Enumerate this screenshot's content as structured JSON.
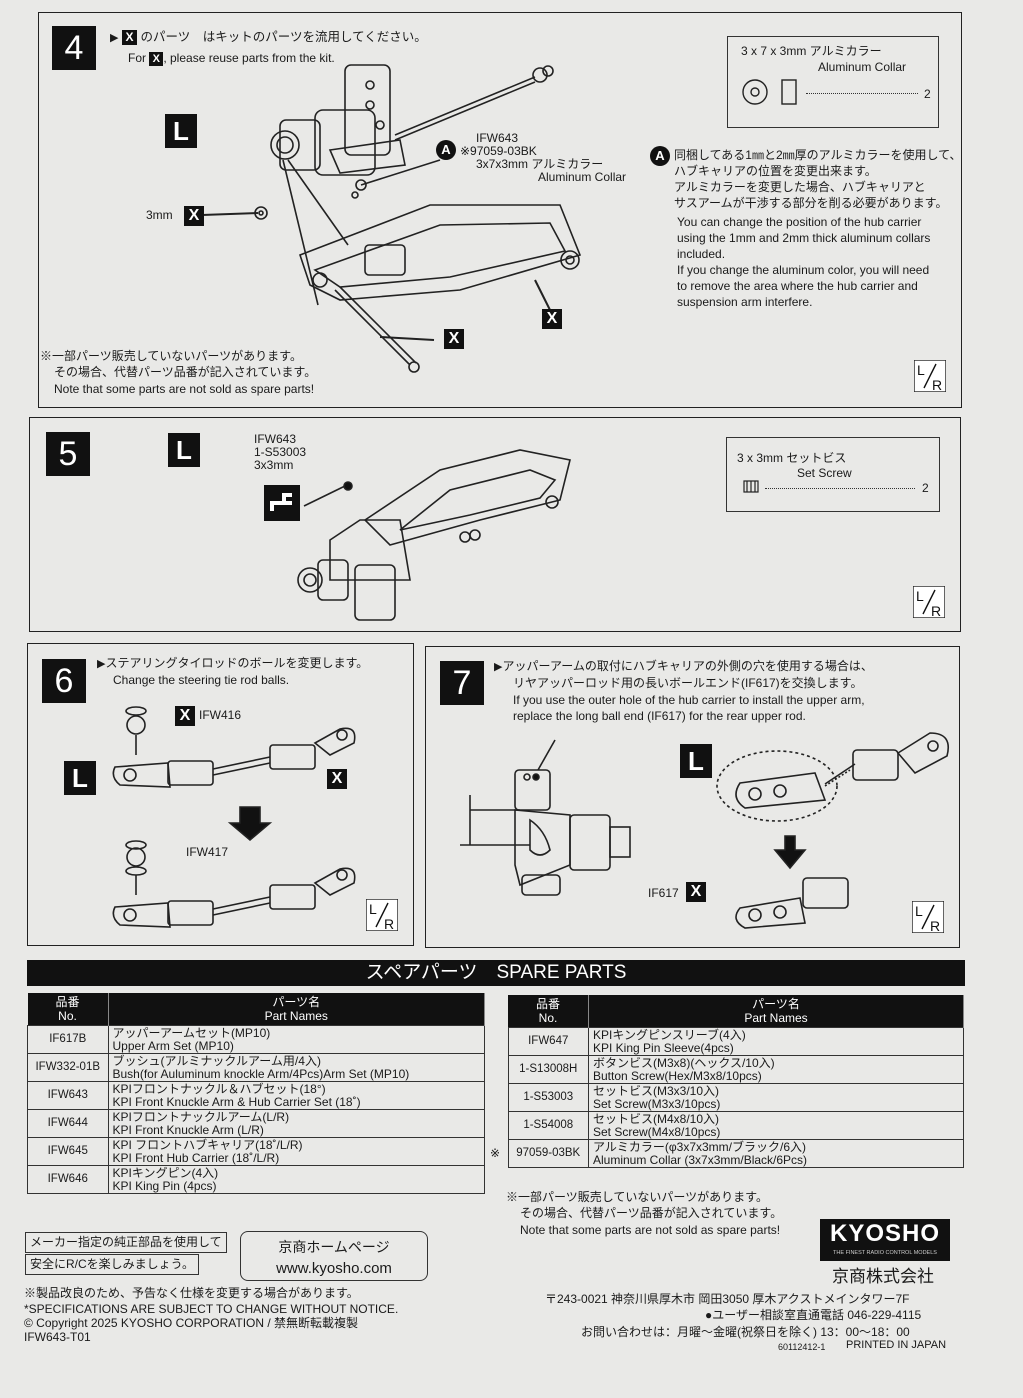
{
  "step4": {
    "number": "4",
    "side": "L",
    "note_jp_a": "のパーツ　はキットのパーツを流用してください。",
    "note_en_a": "For",
    "note_en_b": ", please reuse parts from the kit.",
    "x": "X",
    "callout_a_code": "IFW643",
    "callout_a_marker": "A",
    "callout_a_part": "※97059-03BK",
    "callout_a_size": "3x7x3mm アルミカラー",
    "callout_a_name": "Aluminum Collar",
    "mm3": "3mm",
    "part_box": {
      "title": "3 x 7 x 3mm アルミカラー",
      "name": "Aluminum Collar",
      "qty": "2"
    },
    "a_note_jp": [
      "同梱してある1㎜と2㎜厚のアルミカラーを使用して、",
      "ハブキャリアの位置を変更出来ます。",
      "アルミカラーを変更した場合、ハブキャリアと",
      "サスアームが干渉する部分を削る必要があります。"
    ],
    "a_note_en": [
      "You can change the position of the hub carrier",
      "using the 1mm and 2mm thick aluminum collars",
      "included.",
      "If you change the aluminum color, you will need",
      "to remove the area where the hub carrier and",
      "suspension arm interfere."
    ],
    "spare_note_jp": [
      "※一部パーツ販売していないパーツがあります。",
      "その場合、代替パーツ品番が記入されています。"
    ],
    "spare_note_en": "Note that some parts are not sold as spare parts!",
    "lr": "L/R"
  },
  "step5": {
    "number": "5",
    "side": "L",
    "code": "IFW643",
    "part": "1-S53003",
    "size": "3x3mm",
    "part_box": {
      "title": "3 x 3mm セットビス",
      "name": "Set Screw",
      "qty": "2"
    },
    "lr": "L/R"
  },
  "step6": {
    "number": "6",
    "side": "L",
    "note_jp": "ステアリングタイロッドのボールを変更します。",
    "note_en": "Change the steering tie rod balls.",
    "old_part": "IFW416",
    "new_part": "IFW417",
    "x": "X",
    "lr": "L/R"
  },
  "step7": {
    "number": "7",
    "side": "L",
    "note_jp": [
      "アッパーアームの取付にハブキャリアの外側の穴を使用する場合は、",
      "リヤアッパーロッド用の長いボールエンド(IF617)を交換します。"
    ],
    "note_en": [
      "If you use the outer hole of the hub carrier to install the upper arm,",
      "replace the long ball end (IF617) for the rear upper rod."
    ],
    "old_part": "IF617",
    "x": "X",
    "lr": "L/R"
  },
  "spare": {
    "title": "スペアパーツ　SPARE PARTS",
    "head_no_jp": "品番",
    "head_no_en": "No.",
    "head_name_jp": "パーツ名",
    "head_name_en": "Part Names",
    "left": [
      {
        "no": "IF617B",
        "jp": "アッパーアームセット(MP10)",
        "en": "Upper Arm Set (MP10)"
      },
      {
        "no": "IFW332-01B",
        "jp": "ブッシュ(アルミナックルアーム用/4入)",
        "en": "Bush(for Auluminum knockle Arm/4Pcs)Arm Set (MP10)"
      },
      {
        "no": "IFW643",
        "jp": "KPIフロントナックル＆ハブセット(18°)",
        "en": "KPI Front Knuckle Arm &  Hub Carrier Set (18˚)"
      },
      {
        "no": "IFW644",
        "jp": "KPIフロントナックルアーム(L/R)",
        "en": "KPI Front Knuckle Arm (L/R)"
      },
      {
        "no": "IFW645",
        "jp": "KPI フロントハブキャリア(18˚/L/R)",
        "en": "KPI Front Hub Carrier (18˚/L/R)"
      },
      {
        "no": "IFW646",
        "jp": "KPIキングピン(4入)",
        "en": "KPI King Pin (4pcs)"
      }
    ],
    "right": [
      {
        "mark": "",
        "no": "IFW647",
        "jp": "KPIキングピンスリーブ(4入)",
        "en": "KPI King Pin Sleeve(4pcs)"
      },
      {
        "mark": "",
        "no": "1-S13008H",
        "jp": "ボタンビス(M3x8)(ヘックス/10入)",
        "en": "Button Screw(Hex/M3x8/10pcs)"
      },
      {
        "mark": "",
        "no": "1-S53003",
        "jp": "セットビス(M3x3/10入)",
        "en": "Set Screw(M3x3/10pcs)"
      },
      {
        "mark": "",
        "no": "1-S54008",
        "jp": "セットビス(M4x8/10入)",
        "en": "Set Screw(M4x8/10pcs)"
      },
      {
        "mark": "※",
        "no": "97059-03BK",
        "jp": "アルミカラー(φ3x7x3mm/ブラック/6入)",
        "en": "Aluminum Collar (3x7x3mm/Black/6Pcs)"
      }
    ],
    "note_jp": [
      "※一部パーツ販売していないパーツがあります。",
      "その場合、代替パーツ品番が記入されています。"
    ],
    "note_en": "Note that some parts are not sold as spare parts!"
  },
  "footer": {
    "genuine_1": "メーカー指定の純正部品を使用して",
    "genuine_2": "安全にR/Cを楽しみましょう。",
    "homepage_label": "京商ホームページ",
    "homepage_url": "www.kyosho.com",
    "spec_jp": "※製品改良のため、予告なく仕様を変更する場合があります。",
    "spec_en": "*SPECIFICATIONS ARE SUBJECT TO CHANGE WITHOUT NOTICE.",
    "copyright": "© Copyright 2025 KYOSHO CORPORATION / 禁無断転載複製",
    "doc_code": "IFW643-T01",
    "logo": "KYOSHO",
    "logo_tagline": "THE FINEST RADIO CONTROL MODELS",
    "company": "京商株式会社",
    "address": "〒243-0021 神奈川県厚木市 岡田3050 厚木アクストメインタワー7F",
    "phone": "●ユーザー相談室直通電話 046-229-4115",
    "hours": "お問い合わせは：月曜～金曜(祝祭日を除く) 13：00～18：00",
    "print_code": "60112412-1",
    "printed": "PRINTED IN JAPAN"
  }
}
